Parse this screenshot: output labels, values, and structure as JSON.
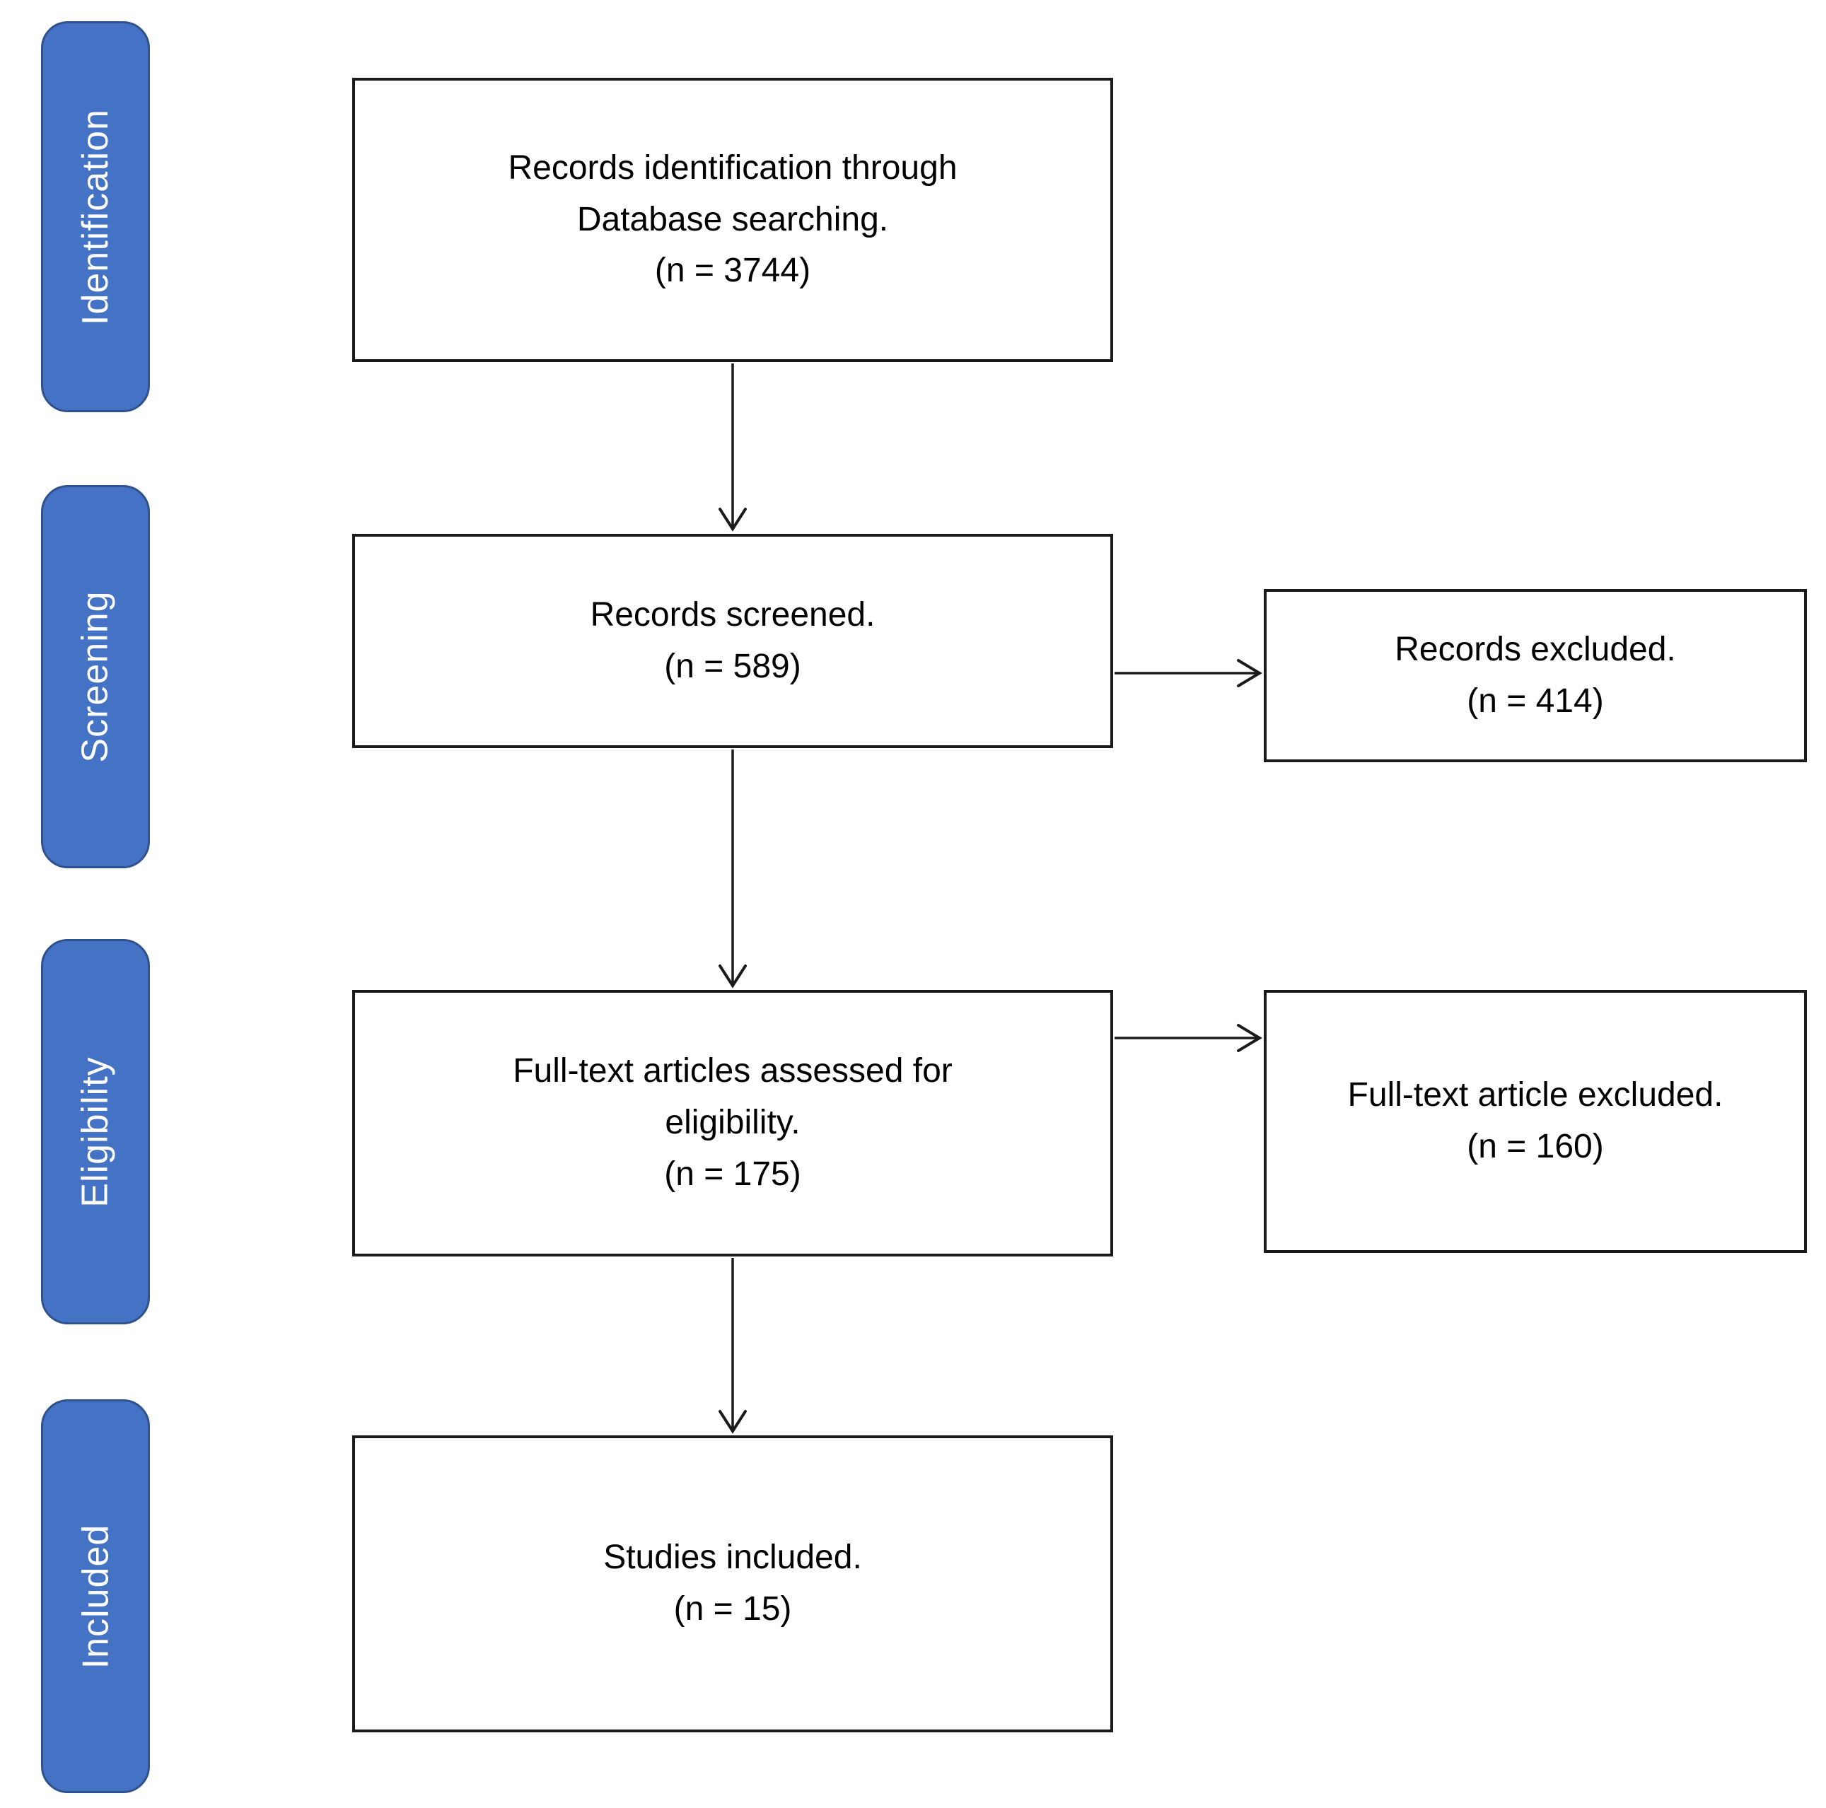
{
  "diagram": {
    "type": "flowchart",
    "stages": [
      {
        "label": "Identification"
      },
      {
        "label": "Screening"
      },
      {
        "label": "Eligibility"
      },
      {
        "label": "Included"
      }
    ],
    "boxes": {
      "identified": {
        "text": "Records identification through\nDatabase searching.\n(n = 3744)",
        "n": 3744
      },
      "screened": {
        "text": "Records screened.\n(n = 589)",
        "n": 589
      },
      "records_excluded": {
        "text": "Records excluded.\n(n = 414)",
        "n": 414
      },
      "fulltext": {
        "text": "Full-text articles assessed for\neligibility.\n(n = 175)",
        "n": 175
      },
      "fulltext_excluded": {
        "text": "Full-text article excluded.\n(n = 160)",
        "n": 160
      },
      "included": {
        "text": "Studies included.\n(n = 15)",
        "n": 15
      }
    },
    "colors": {
      "stage_fill": "#4472C4",
      "stage_border": "#2F528F",
      "stage_text": "#FFFFFF",
      "box_fill": "#FFFFFF",
      "box_border": "#1A1A1A",
      "arrow": "#1A1A1A",
      "background": "#FFFFFF"
    }
  }
}
